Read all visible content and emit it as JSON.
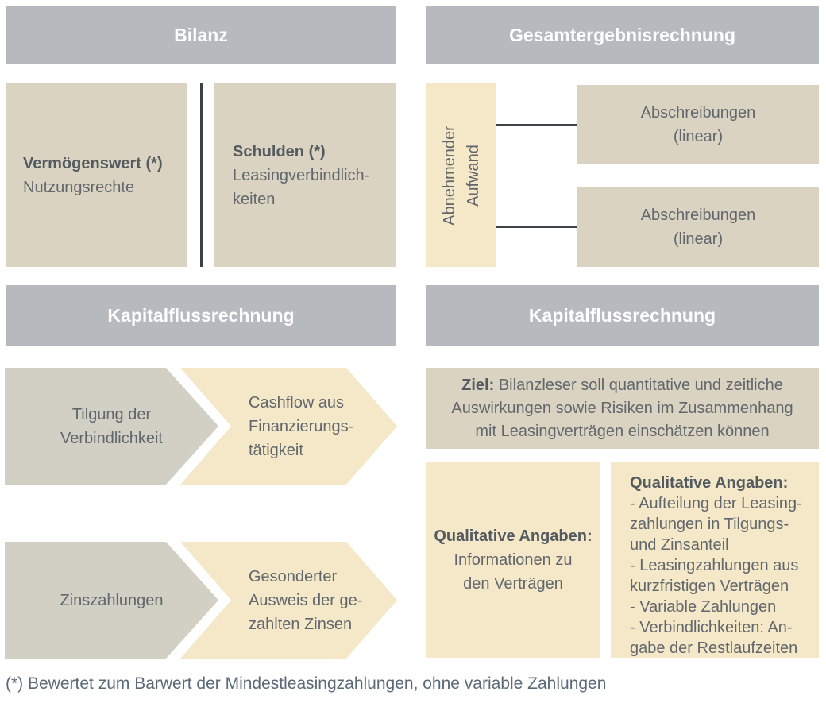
{
  "colors": {
    "header_bg": "#b6b9be",
    "header_text": "#fdfdfd",
    "tan_box_bg": "#dad3c1",
    "cream_box_bg": "#f5e8c8",
    "gray_arrow_bg": "#d2cfc4",
    "body_text": "#61676c",
    "bold_text": "#545b60",
    "connector_line": "#3a4147",
    "footnote_text": "#5b6977",
    "background": "#ffffff"
  },
  "balance": {
    "header": "Bilanz",
    "asset_title": "Vermögenswert (*)",
    "asset_subtitle": "Nutzungsrechte",
    "liability_title": "Schulden (*)",
    "liability_subtitle": "Leasingverbindlich-\nkeiten"
  },
  "income": {
    "header": "Gesamtergebnisrechnung",
    "side_label": "Abnehmender\nAufwand",
    "items": [
      "Abschreibungen\n(linear)",
      "Abschreibungen\n(linear)"
    ]
  },
  "cashflow_left": {
    "header": "Kapitalflussrechnung",
    "row1_from": "Tilgung der\nVerbindlichkeit",
    "row1_to": "Cashflow aus\nFinanzierungs-\ntätigkeit",
    "row2_from": "Zinszahlungen",
    "row2_to": "Gesonderter\nAusweis der ge-\nzahlten Zinsen"
  },
  "cashflow_right": {
    "header": "Kapitalflussrechnung",
    "goal_label": "Ziel:",
    "goal_line1_rest": "Bilanzleser soll quantitative und zeitliche",
    "goal_line2": "Auswirkungen sowie Risiken im Zusammenhang",
    "goal_line3": "mit Leasingverträgen einschätzen können",
    "qual_left_title": "Qualitative Angaben:",
    "qual_left_body": "Informationen zu\nden Verträgen",
    "qual_right_title": "Qualitative Angaben:",
    "qual_right_body": "- Aufteilung der Leasing-\nzahlungen in Tilgungs-\nund Zinsanteil\n- Leasingzahlungen aus\nkurzfristigen Verträgen\n- Variable Zahlungen\n- Verbindlichkeiten: An-\ngabe der Restlaufzeiten"
  },
  "footnote": "(*) Bewertet zum Barwert der Mindestleasingzahlungen, ohne variable Zahlungen"
}
